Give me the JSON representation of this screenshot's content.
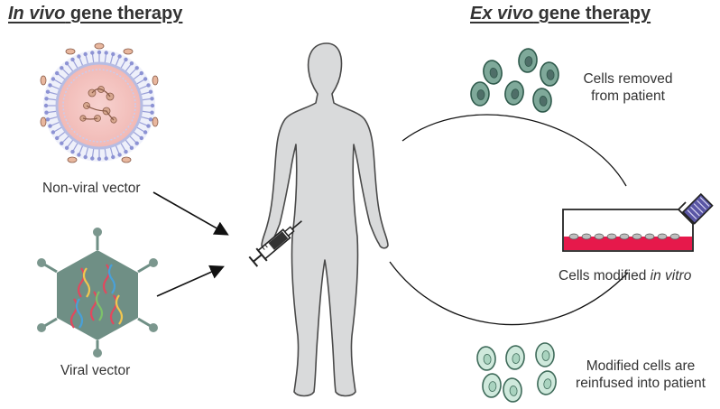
{
  "headers": {
    "in_vivo": {
      "italic": "In vivo",
      "rest": " gene therapy"
    },
    "ex_vivo": {
      "italic": "Ex vivo",
      "rest": " gene therapy"
    }
  },
  "labels": {
    "non_viral": "Non-viral vector",
    "viral": "Viral vector",
    "cells_removed": [
      "Cells removed",
      "from patient"
    ],
    "cells_modified": {
      "plain": "Cells modified ",
      "italic": "in vitro"
    },
    "reinfused": [
      "Modified cells are",
      "reinfused into patient"
    ]
  },
  "colors": {
    "body": "#d9dadb",
    "body_stroke": "#4a4a4a",
    "removed_cell": "#7fa99a",
    "removed_cell_stroke": "#2f5a4c",
    "removed_nucleus": "#4f6e68",
    "modified_cell": "#cfe9dc",
    "modified_cell_stroke": "#3f6b5a",
    "modified_nucleus": "#a9d3bf",
    "virus": "#6f8f85",
    "liposome_core": "#f4c4c2",
    "flask_media": "#e6194b",
    "flask_cap": "#5a56a5"
  }
}
